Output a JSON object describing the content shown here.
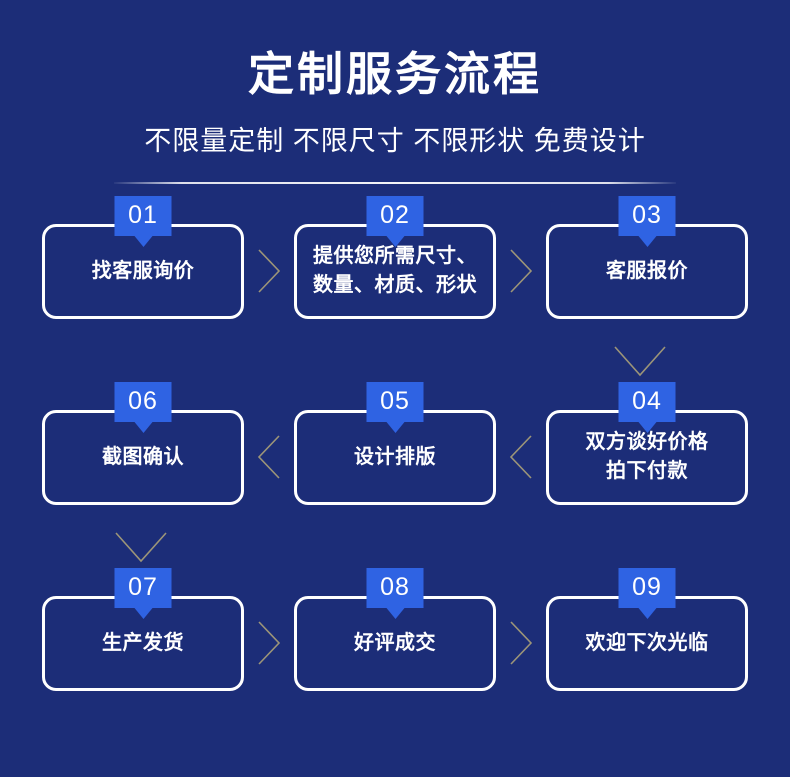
{
  "header": {
    "title": "定制服务流程",
    "subtitle": "不限量定制 不限尺寸 不限形状 免费设计"
  },
  "colors": {
    "background": "#1c2d78",
    "badge": "#2f63e3",
    "card_border": "#ffffff",
    "text": "#ffffff",
    "arrow": "#9c9578",
    "divider": "#ffffff"
  },
  "flow": {
    "rows": [
      {
        "direction": "left-to-right",
        "steps": [
          {
            "number": "01",
            "label": "找客服询价"
          },
          {
            "number": "02",
            "label": "提供您所需尺寸、\n数量、材质、形状"
          },
          {
            "number": "03",
            "label": "客服报价"
          }
        ]
      },
      {
        "direction": "right-to-left",
        "steps": [
          {
            "number": "06",
            "label": "截图确认"
          },
          {
            "number": "05",
            "label": "设计排版"
          },
          {
            "number": "04",
            "label": "双方谈好价格\n拍下付款"
          }
        ]
      },
      {
        "direction": "left-to-right",
        "steps": [
          {
            "number": "07",
            "label": "生产发货"
          },
          {
            "number": "08",
            "label": "好评成交"
          },
          {
            "number": "09",
            "label": "欢迎下次光临"
          }
        ]
      }
    ],
    "connectors": {
      "row1_to_row2": "chevron-down-icon",
      "row2_to_row3": "chevron-down-icon",
      "row1_inline": "chevron-right-icon",
      "row2_inline": "chevron-left-icon",
      "row3_inline": "chevron-right-icon"
    }
  }
}
